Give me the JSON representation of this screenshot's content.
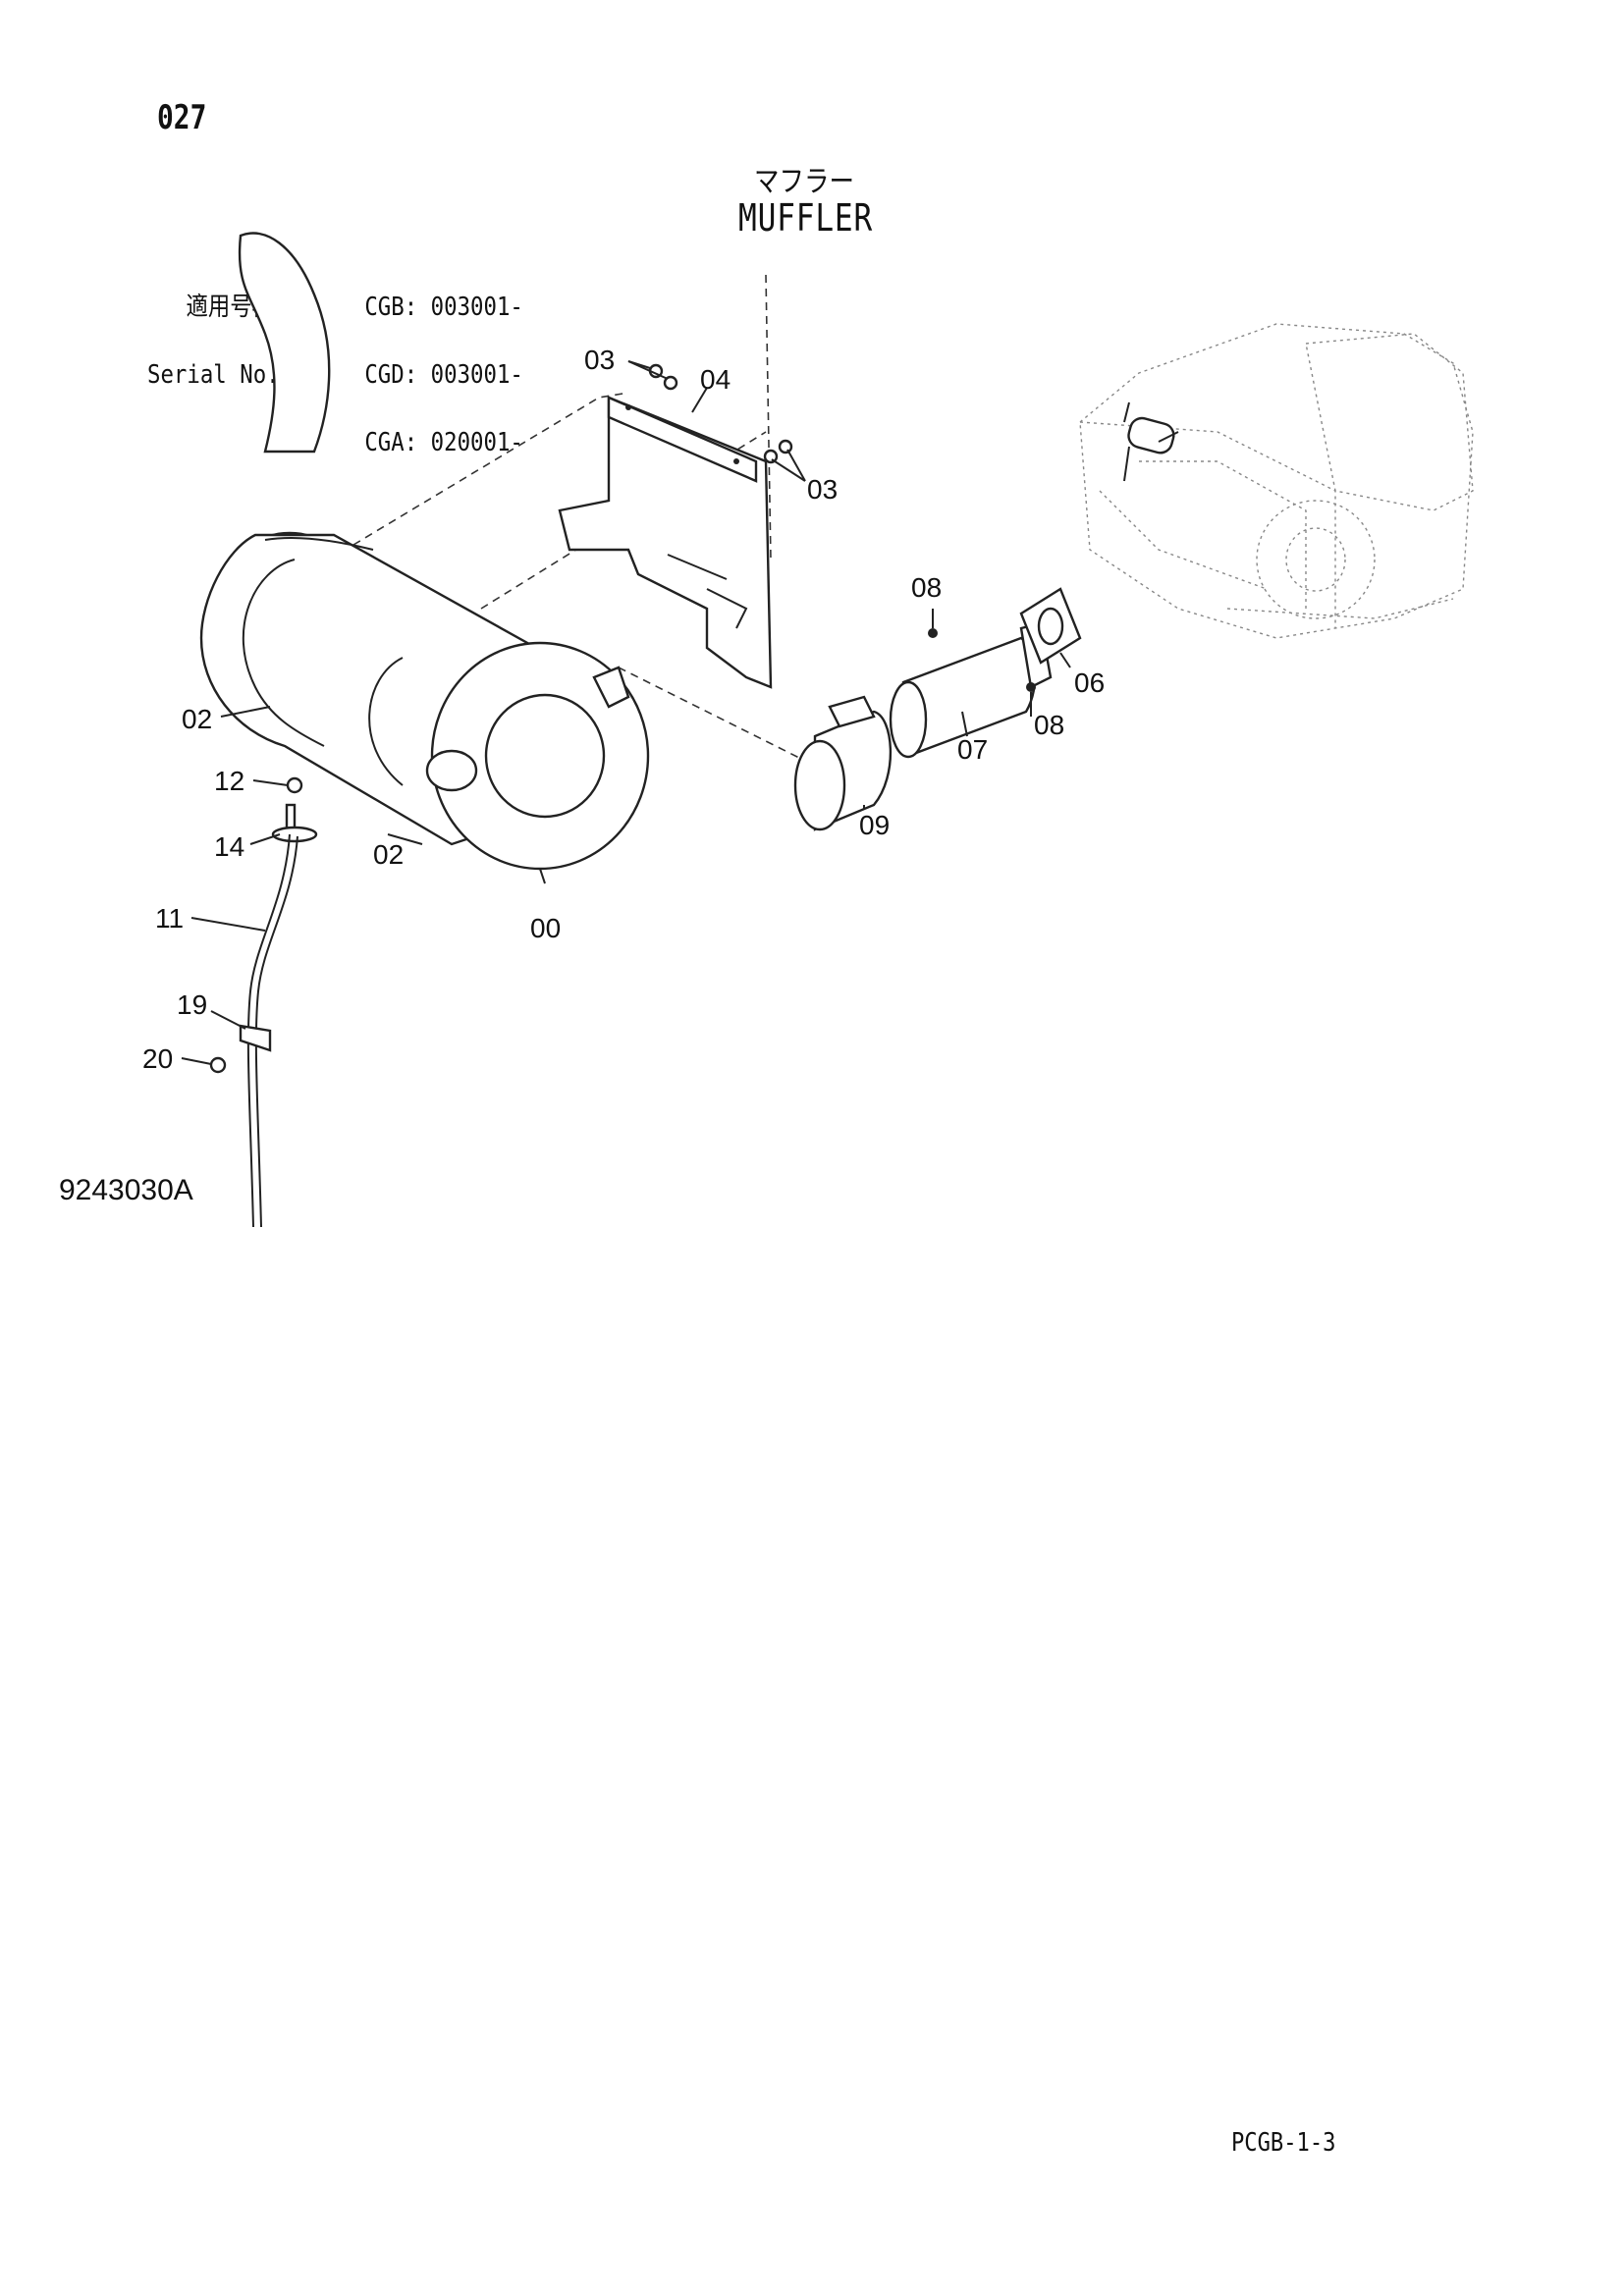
{
  "header": {
    "page_code": "027",
    "title_ja": "マフラー",
    "title_en": "MUFFLER"
  },
  "serial": {
    "label_ja": "適用号機",
    "label_en": "Serial No.",
    "rows": [
      {
        "model": "CGB:",
        "number": "003001-"
      },
      {
        "model": "CGD:",
        "number": "003001-"
      },
      {
        "model": "CGA:",
        "number": "020001-"
      }
    ]
  },
  "callouts": {
    "c00": "00",
    "c02a": "02",
    "c02b": "02",
    "c03a": "03",
    "c03b": "03",
    "c04": "04",
    "c06": "06",
    "c07": "07",
    "c08a": "08",
    "c08b": "08",
    "c09": "09",
    "c11": "11",
    "c12": "12",
    "c14": "14",
    "c19": "19",
    "c20": "20"
  },
  "footer": {
    "drawing_number": "9243030A",
    "page_code": "PCGB-1-3"
  }
}
